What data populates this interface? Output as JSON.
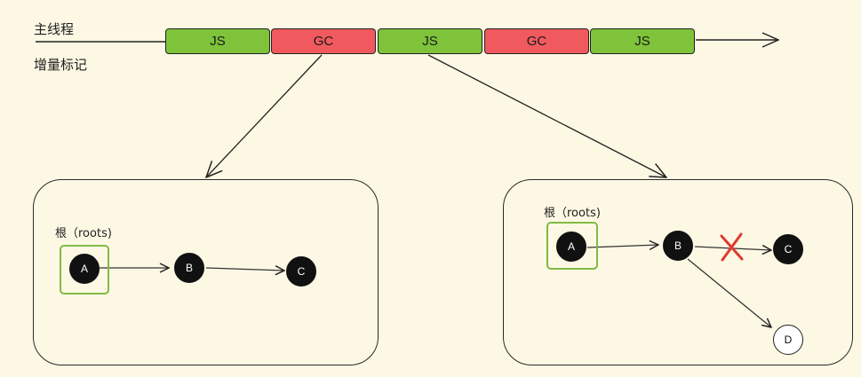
{
  "timeline": {
    "main_thread_label": "主线程",
    "incremental_label": "增量标记",
    "segments": [
      {
        "label": "JS",
        "kind": "js"
      },
      {
        "label": "GC",
        "kind": "gc"
      },
      {
        "label": "JS",
        "kind": "js"
      },
      {
        "label": "GC",
        "kind": "gc"
      },
      {
        "label": "JS",
        "kind": "js"
      }
    ]
  },
  "left_panel": {
    "root_label": "根（roots)",
    "nodes": [
      {
        "label": "A",
        "color": "black",
        "is_root": true
      },
      {
        "label": "B",
        "color": "black"
      },
      {
        "label": "C",
        "color": "black"
      }
    ],
    "edges": [
      [
        "A",
        "B"
      ],
      [
        "B",
        "C"
      ]
    ]
  },
  "right_panel": {
    "root_label": "根（roots)",
    "nodes": [
      {
        "label": "A",
        "color": "black",
        "is_root": true
      },
      {
        "label": "B",
        "color": "black"
      },
      {
        "label": "C",
        "color": "black"
      },
      {
        "label": "D",
        "color": "white"
      }
    ],
    "edges": [
      [
        "A",
        "B"
      ],
      [
        "B",
        "C"
      ],
      [
        "B",
        "D"
      ]
    ],
    "removed_edge": [
      "B",
      "C"
    ],
    "removed_marker": "cross-icon"
  },
  "colors": {
    "background": "#fdf8e4",
    "js": "#7ec33a",
    "gc": "#f05a5f",
    "root_highlight": "#7fbb45",
    "cross": "#e03a2f"
  }
}
